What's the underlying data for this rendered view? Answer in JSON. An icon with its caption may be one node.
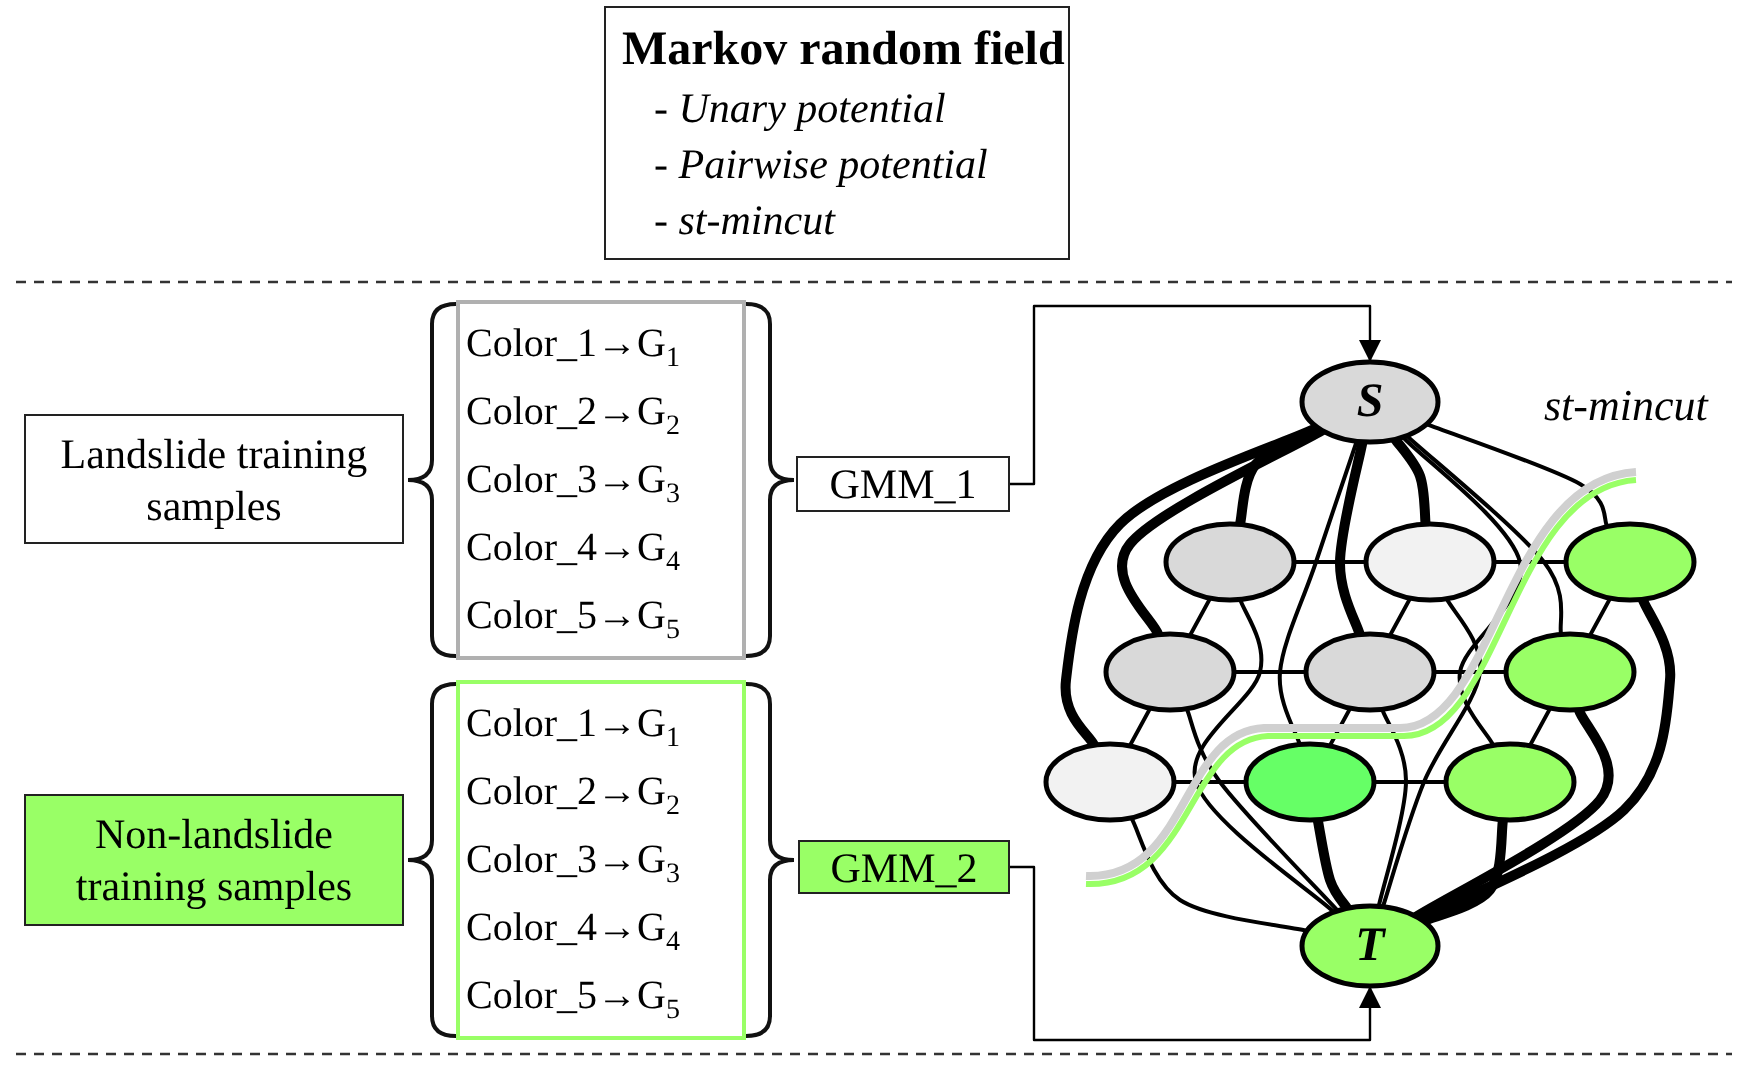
{
  "diagram": {
    "nodes": [
      {
        "text": [
          "Markov random field",
          "- Unary potential",
          "- Pairwise potential",
          "- st-mincut"
        ]
      },
      {
        "text": [
          "Landslide training samples"
        ]
      },
      {
        "text": [
          "Color_1→G$_{1}$",
          "Color_2→G$_{2}$",
          "Color_3→G$_{3}$",
          "Color_4→G$_{4}$",
          "Color_5→G$_{5}$"
        ]
      },
      {
        "text": [
          "GMM_1"
        ]
      },
      {
        "text": [
          "Non-landslide training samples"
        ]
      },
      {
        "text": [
          "Color_1→G$_{1}$",
          "Color_2→G$_{2}$",
          "Color_3→G$_{3}$",
          "Color_4→G$_{4}$",
          "Color_5→G$_{5}$"
        ]
      },
      {
        "text": [
          "GMM_2"
        ]
      },
      {
        "text": [
          "S"
        ]
      },
      {
        "text": [],
        "shape": "ellipse"
      },
      {
        "text": [],
        "shape": "ellipse"
      },
      {
        "text": [],
        "shape": "ellipse"
      },
      {
        "text": [],
        "shape": "ellipse"
      },
      {
        "text": [],
        "shape": "ellipse"
      },
      {
        "text": [],
        "shape": "ellipse"
      },
      {
        "text": [],
        "shape": "ellipse"
      },
      {
        "text": [],
        "shape": "ellipse"
      },
      {
        "text": [],
        "shape": "ellipse"
      },
      {
        "text": [
          "T"
        ]
      }
    ],
    "edges": [
      {
        "from": 3,
        "to": 7,
        "arrow": "to"
      },
      {
        "from": 6,
        "to": 17,
        "arrow": "to"
      },
      {
        "from": 7,
        "to": 8,
        "arrow": "none",
        "style": "thick"
      },
      {
        "from": 7,
        "to": 9,
        "arrow": "none",
        "style": "thick"
      },
      {
        "from": 7,
        "to": 10,
        "arrow": "none"
      },
      {
        "from": 7,
        "to": 11,
        "arrow": "none",
        "style": "thick"
      },
      {
        "from": 7,
        "to": 12,
        "arrow": "none",
        "style": "thick"
      },
      {
        "from": 7,
        "to": 13,
        "arrow": "none"
      },
      {
        "from": 7,
        "to": 14,
        "arrow": "none",
        "style": "thick"
      },
      {
        "from": 7,
        "to": 15,
        "arrow": "none"
      },
      {
        "from": 7,
        "to": 16,
        "arrow": "none"
      },
      {
        "from": 17,
        "to": 8,
        "arrow": "none"
      },
      {
        "from": 17,
        "to": 9,
        "arrow": "none"
      },
      {
        "from": 17,
        "to": 10,
        "arrow": "none",
        "style": "thick"
      },
      {
        "from": 17,
        "to": 11,
        "arrow": "none"
      },
      {
        "from": 17,
        "to": 12,
        "arrow": "none"
      },
      {
        "from": 17,
        "to": 13,
        "arrow": "none",
        "style": "thick"
      },
      {
        "from": 17,
        "to": 14,
        "arrow": "none"
      },
      {
        "from": 17,
        "to": 15,
        "arrow": "none",
        "style": "thick"
      },
      {
        "from": 17,
        "to": 16,
        "arrow": "none",
        "style": "thick"
      },
      {
        "from": 8,
        "to": 9,
        "arrow": "none"
      },
      {
        "from": 9,
        "to": 10,
        "arrow": "none"
      },
      {
        "from": 11,
        "to": 12,
        "arrow": "none"
      },
      {
        "from": 12,
        "to": 13,
        "arrow": "none"
      },
      {
        "from": 14,
        "to": 15,
        "arrow": "none"
      },
      {
        "from": 15,
        "to": 16,
        "arrow": "none"
      },
      {
        "from": 8,
        "to": 11,
        "arrow": "none"
      },
      {
        "from": 9,
        "to": 12,
        "arrow": "none"
      },
      {
        "from": 10,
        "to": 13,
        "arrow": "none"
      },
      {
        "from": 11,
        "to": 14,
        "arrow": "none"
      },
      {
        "from": 12,
        "to": 15,
        "arrow": "none"
      },
      {
        "from": 13,
        "to": 16,
        "arrow": "none"
      }
    ],
    "labels": [
      "st-mincut"
    ]
  }
}
